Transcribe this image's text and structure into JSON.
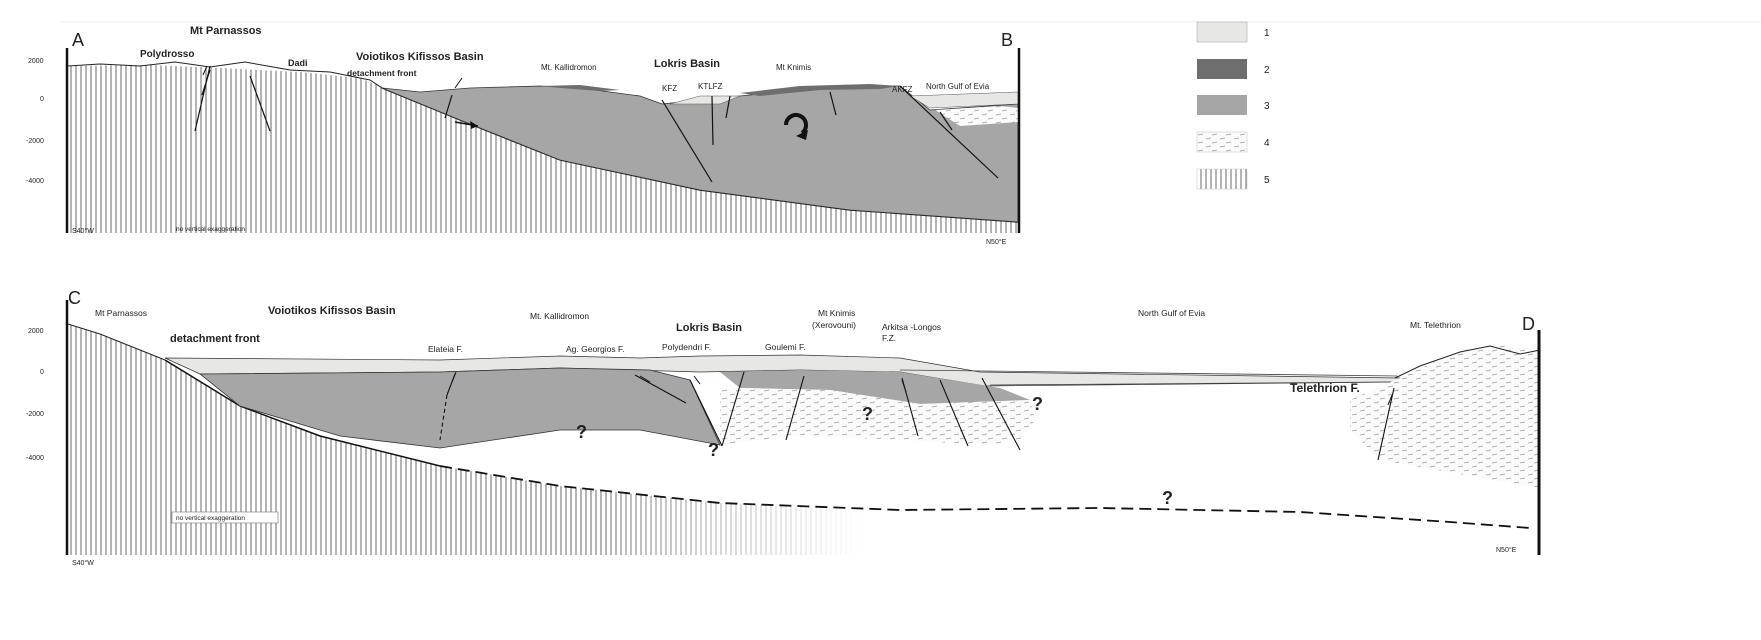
{
  "sectionA": {
    "start_letter": "A",
    "end_letter": "B",
    "labels": {
      "mt_parnassos": "Mt Parnassos",
      "polydrosso": "Polydrosso",
      "dadi": "Dadi",
      "voiotikos": "Voiotikos Kifissos Basin",
      "detachment": "detachment front",
      "kallidromon": "Mt. Kallidromon",
      "lokris": "Lokris Basin",
      "knimis": "Mt Knimis",
      "kfz": "KFZ",
      "ktlfz": "KTLFZ",
      "akfz": "AKFZ",
      "north_gulf": "North Gulf of Evia",
      "bottom_left": "S40°W",
      "bottom_right": "N50°E",
      "exaggeration": "no vertical exaggeration"
    },
    "ticks": [
      "2000",
      "0",
      "-2000",
      "-4000"
    ]
  },
  "legend": {
    "items": [
      {
        "label": "1",
        "color": "#e7e8e4"
      },
      {
        "label": "2",
        "color": "#6e6e6e"
      },
      {
        "label": "3",
        "color": "#a6a6a6"
      },
      {
        "label": "4",
        "color": "#f0f0f0"
      },
      {
        "label": "5",
        "color": "#ffffff"
      }
    ]
  },
  "sectionC": {
    "start_letter": "C",
    "end_letter": "D",
    "labels": {
      "mt_parnassos": "Mt Parnassos",
      "voiotikos": "Voiotikos Kifissos Basin",
      "detachment": "detachment front",
      "elateia": "Elateia F.",
      "kallidromon": "Mt. Kallidromon",
      "ag_georgios": "Ag. Georgios F.",
      "lokris": "Lokris Basin",
      "polydendri": "Polydendri F.",
      "knimis": "Mt Knimis",
      "xerovouni": "(Xerovouni)",
      "goulemi": "Goulemi F.",
      "arkitsa_1": "Arkitsa -Longos",
      "arkitsa_2": "F.Z.",
      "north_gulf": "North Gulf of Evia",
      "telethrion_mt": "Mt. Telethrion",
      "telethrion_f": "Telethrion F.",
      "bottom_left": "S40°W",
      "bottom_right": "N50°E",
      "exaggeration": "no vertical exaggeration",
      "q": "?"
    },
    "ticks": [
      "2000",
      "0",
      "-2000",
      "-4000"
    ]
  },
  "colors": {
    "basin_fill": "#a6a6a6",
    "dark_layer": "#6e6e6e",
    "light_layer": "#e7e8e4",
    "line": "#1a1a1a"
  }
}
